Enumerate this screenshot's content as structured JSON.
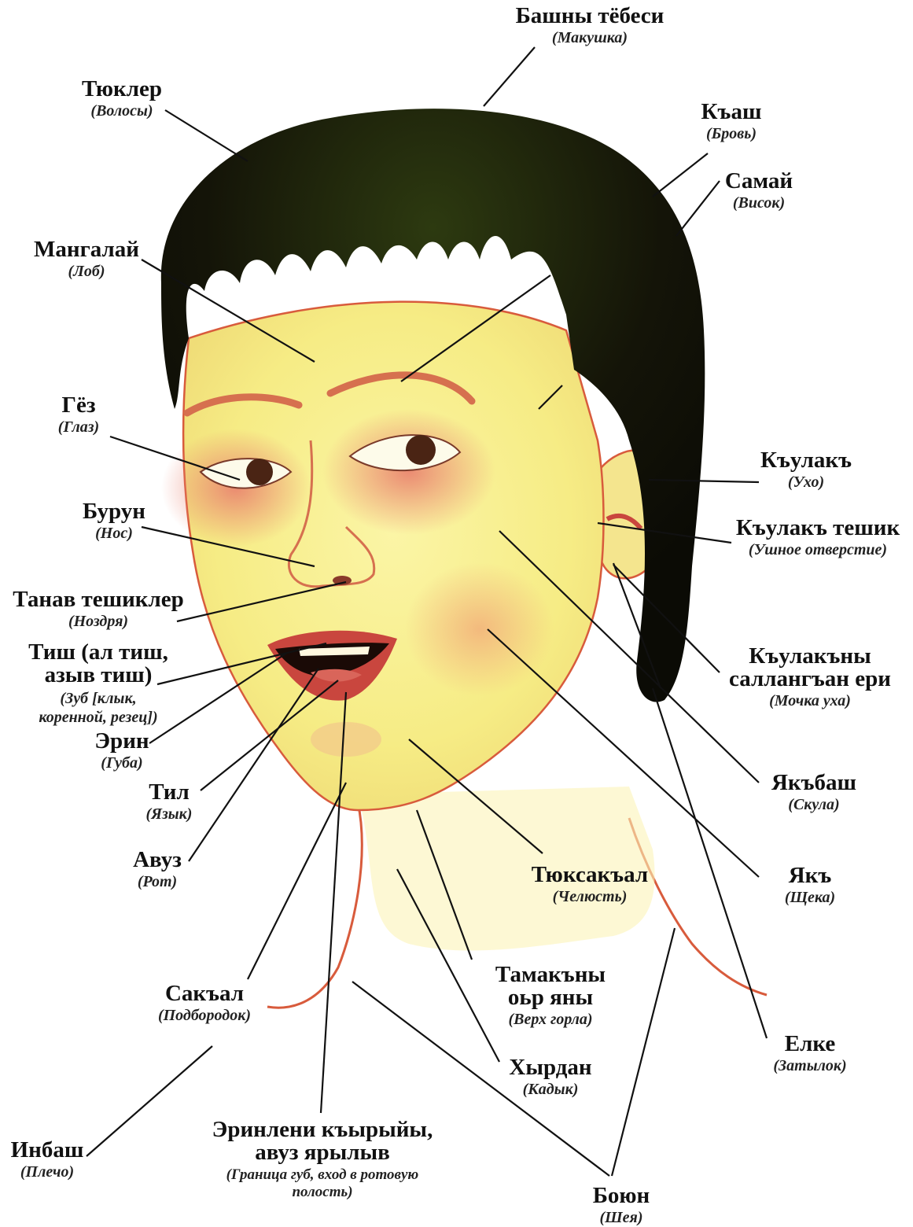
{
  "colors": {
    "hair": "#141408",
    "skin": "#f7ee8c",
    "blush": "#e88a7a",
    "outline": "#d85b3c",
    "lips": "#c9463e"
  },
  "labels": [
    {
      "id": "bashny-tebesi",
      "ky": "Башны тёбеси",
      "ru": "(Макушка)"
    },
    {
      "id": "tyukler",
      "ky": "Тюклер",
      "ru": "(Волосы)"
    },
    {
      "id": "kash",
      "ky": "Къаш",
      "ru": "(Бровь)"
    },
    {
      "id": "samai",
      "ky": "Самай",
      "ru": "(Висок)"
    },
    {
      "id": "mangalai",
      "ky": "Мангалай",
      "ru": "(Лоб)"
    },
    {
      "id": "gez",
      "ky": "Гёз",
      "ru": "(Глаз)"
    },
    {
      "id": "kulak",
      "ky": "Къулакъ",
      "ru": "(Ухо)"
    },
    {
      "id": "burun",
      "ky": "Бурун",
      "ru": "(Нос)"
    },
    {
      "id": "kulak-teshik",
      "ky": "Къулакъ тешик",
      "ru": "(Ушное отверстие)"
    },
    {
      "id": "tanav",
      "ky": "Танав тешиклер",
      "ru": "(Ноздря)"
    },
    {
      "id": "tish",
      "ky": "Тиш (ал тиш,\nазыв тиш)",
      "ru": "(Зуб [клык,\nкоренной, резец])"
    },
    {
      "id": "kulakny-sallangan",
      "ky": "Къулакъны\nсаллангъан ери",
      "ru": "(Мочка уха)"
    },
    {
      "id": "erin",
      "ky": "Эрин",
      "ru": "(Губа)"
    },
    {
      "id": "yakbash",
      "ky": "Якъбаш",
      "ru": "(Скула)"
    },
    {
      "id": "til",
      "ky": "Тил",
      "ru": "(Язык)"
    },
    {
      "id": "avuz",
      "ky": "Авуз",
      "ru": "(Рот)"
    },
    {
      "id": "tyuksakal",
      "ky": "Тюксакъал",
      "ru": "(Челюсть)"
    },
    {
      "id": "yak",
      "ky": "Якъ",
      "ru": "(Щека)"
    },
    {
      "id": "tamakny",
      "ky": "Тамакъны\nоьр яны",
      "ru": "(Верх горла)"
    },
    {
      "id": "sakal",
      "ky": "Сакъал",
      "ru": "(Подбородок)"
    },
    {
      "id": "elke",
      "ky": "Елке",
      "ru": "(Затылок)"
    },
    {
      "id": "hyrdan",
      "ky": "Хырдан",
      "ru": "(Кадык)"
    },
    {
      "id": "inbash",
      "ky": "Инбаш",
      "ru": "(Плечо)"
    },
    {
      "id": "erinleni",
      "ky": "Эринлени къырыйы,\nавуз ярылыв",
      "ru": "(Граница губ, вход в ротовую\nполость)"
    },
    {
      "id": "boyun",
      "ky": "Боюн",
      "ru": "(Шея)"
    }
  ]
}
